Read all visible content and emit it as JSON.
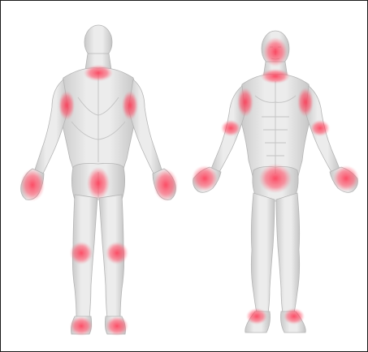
{
  "image": {
    "views": [
      {
        "name": "back-view"
      },
      {
        "name": "front-view"
      }
    ],
    "colors": {
      "background": "#ffffff",
      "border": "#1a1a1a",
      "body_light": "#ededed",
      "body_mid": "#d6d6d6",
      "body_shadow": "#bdbdbd",
      "highlight": "#ff3b55"
    },
    "highlighted_regions": {
      "back": [
        "neck",
        "left-shoulder",
        "right-shoulder",
        "left-hand",
        "right-hand",
        "buttocks",
        "left-knee",
        "right-knee",
        "left-ankle",
        "right-ankle"
      ],
      "front": [
        "face",
        "neck",
        "left-shoulder",
        "right-shoulder",
        "left-elbow",
        "right-elbow",
        "left-hand",
        "right-hand",
        "groin",
        "left-ankle",
        "right-ankle"
      ]
    }
  }
}
